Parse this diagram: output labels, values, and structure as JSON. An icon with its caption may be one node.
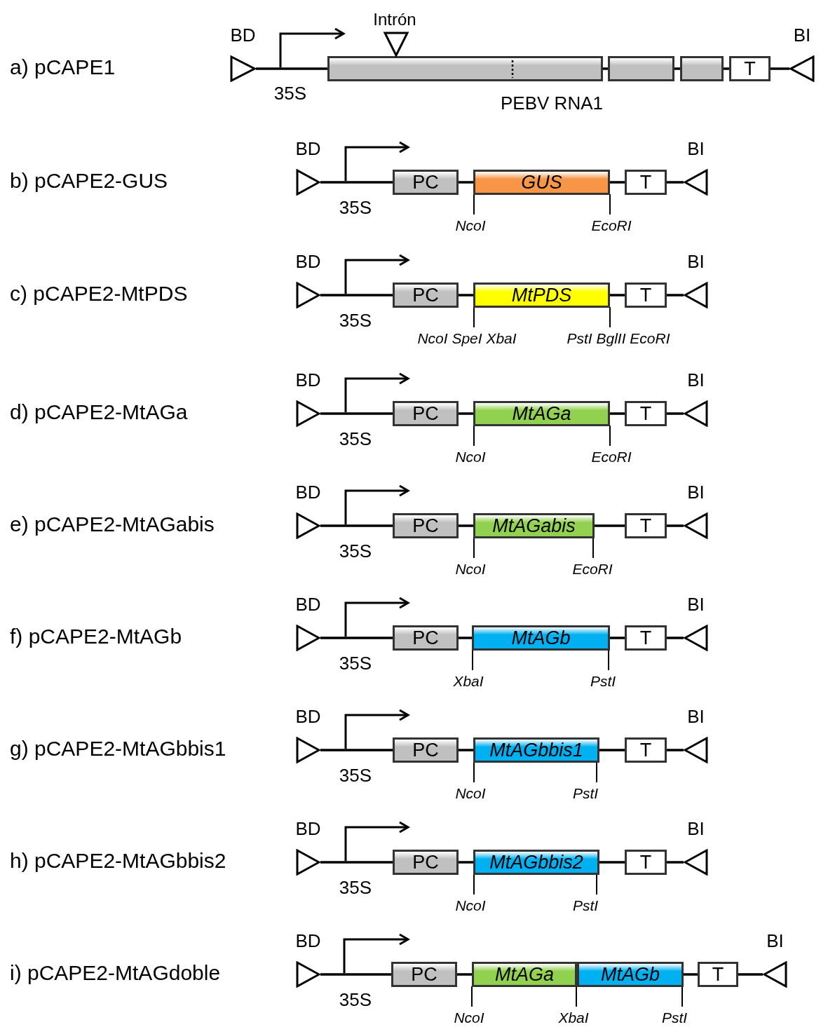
{
  "diagram": {
    "nodes": [
      {
        "text": [
          "BD"
        ]
      },
      {
        "text": [],
        "shape": "box"
      },
      {
        "text": [],
        "shape": "box"
      },
      {
        "text": [],
        "shape": "box"
      },
      {
        "text": [
          "T"
        ]
      },
      {
        "text": [
          "BI"
        ]
      },
      {
        "text": [
          "BD"
        ]
      },
      {
        "text": [
          "PC"
        ]
      },
      {
        "text": [
          "GUS"
        ],
        "beside": [
          "NcoI",
          "EcoRI"
        ]
      },
      {
        "text": [
          "T"
        ]
      },
      {
        "text": [
          "BI"
        ]
      },
      {
        "text": [
          "BD"
        ]
      },
      {
        "text": [
          "PC"
        ]
      },
      {
        "text": [
          "MtPDS"
        ],
        "beside": [
          "NcoI SpeI XbaI",
          "PstI BglII EcoRI"
        ]
      },
      {
        "text": [
          "T"
        ]
      },
      {
        "text": [
          "BI"
        ]
      },
      {
        "text": [
          "BD"
        ]
      },
      {
        "text": [
          "PC"
        ]
      },
      {
        "text": [
          "MtAGa"
        ],
        "beside": [
          "NcoI",
          "EcoRI"
        ]
      },
      {
        "text": [
          "T"
        ]
      },
      {
        "text": [
          "BI"
        ]
      },
      {
        "text": [
          "BD"
        ]
      },
      {
        "text": [
          "PC"
        ]
      },
      {
        "text": [
          "MtAGabis"
        ],
        "beside": [
          "NcoI",
          "EcoRI"
        ]
      },
      {
        "text": [
          "T"
        ]
      },
      {
        "text": [
          "BI"
        ]
      },
      {
        "text": [
          "BD"
        ]
      },
      {
        "text": [
          "PC"
        ]
      },
      {
        "text": [
          "MtAGb"
        ],
        "beside": [
          "XbaI",
          "PstI"
        ]
      },
      {
        "text": [
          "T"
        ]
      },
      {
        "text": [
          "BI"
        ]
      },
      {
        "text": [
          "BD"
        ]
      },
      {
        "text": [
          "PC"
        ]
      },
      {
        "text": [
          "MtAGbbis1"
        ],
        "beside": [
          "NcoI",
          "PstI"
        ]
      },
      {
        "text": [
          "T"
        ]
      },
      {
        "text": [
          "BI"
        ]
      },
      {
        "text": [
          "BD"
        ]
      },
      {
        "text": [
          "PC"
        ]
      },
      {
        "text": [
          "MtAGbbis2"
        ],
        "beside": [
          "NcoI",
          "PstI"
        ]
      },
      {
        "text": [
          "T"
        ]
      },
      {
        "text": [
          "BI"
        ]
      },
      {
        "text": [
          "BD"
        ]
      },
      {
        "text": [
          "PC"
        ]
      },
      {
        "text": [
          "MtAGa"
        ],
        "beside": [
          "NcoI"
        ]
      },
      {
        "text": [
          "MtAGb"
        ],
        "beside": [
          "XbaI",
          "PstI"
        ]
      },
      {
        "text": [
          "T"
        ]
      },
      {
        "text": [
          "BI"
        ]
      }
    ],
    "edges": [
      {
        "from": 0,
        "to": 1,
        "arrow": "none"
      },
      {
        "from": 1,
        "to": 2,
        "arrow": "none"
      },
      {
        "from": 2,
        "to": 3,
        "arrow": "none"
      },
      {
        "from": 3,
        "to": 4,
        "arrow": "none"
      },
      {
        "from": 4,
        "to": 5,
        "arrow": "none"
      },
      {
        "from": 6,
        "to": 7,
        "arrow": "none"
      },
      {
        "from": 7,
        "to": 8,
        "arrow": "none"
      },
      {
        "from": 8,
        "to": 9,
        "arrow": "none"
      },
      {
        "from": 9,
        "to": 10,
        "arrow": "none"
      },
      {
        "from": 11,
        "to": 12,
        "arrow": "none"
      },
      {
        "from": 12,
        "to": 13,
        "arrow": "none"
      },
      {
        "from": 13,
        "to": 14,
        "arrow": "none"
      },
      {
        "from": 14,
        "to": 15,
        "arrow": "none"
      },
      {
        "from": 16,
        "to": 17,
        "arrow": "none"
      },
      {
        "from": 17,
        "to": 18,
        "arrow": "none"
      },
      {
        "from": 18,
        "to": 19,
        "arrow": "none"
      },
      {
        "from": 19,
        "to": 20,
        "arrow": "none"
      },
      {
        "from": 21,
        "to": 22,
        "arrow": "none"
      },
      {
        "from": 22,
        "to": 23,
        "arrow": "none"
      },
      {
        "from": 23,
        "to": 24,
        "arrow": "none"
      },
      {
        "from": 24,
        "to": 25,
        "arrow": "none"
      },
      {
        "from": 26,
        "to": 27,
        "arrow": "none"
      },
      {
        "from": 27,
        "to": 28,
        "arrow": "none"
      },
      {
        "from": 28,
        "to": 29,
        "arrow": "none"
      },
      {
        "from": 29,
        "to": 30,
        "arrow": "none"
      },
      {
        "from": 31,
        "to": 32,
        "arrow": "none"
      },
      {
        "from": 32,
        "to": 33,
        "arrow": "none"
      },
      {
        "from": 33,
        "to": 34,
        "arrow": "none"
      },
      {
        "from": 34,
        "to": 35,
        "arrow": "none"
      },
      {
        "from": 36,
        "to": 37,
        "arrow": "none"
      },
      {
        "from": 37,
        "to": 38,
        "arrow": "none"
      },
      {
        "from": 38,
        "to": 39,
        "arrow": "none"
      },
      {
        "from": 39,
        "to": 40,
        "arrow": "none"
      },
      {
        "from": 41,
        "to": 42,
        "arrow": "none"
      },
      {
        "from": 42,
        "to": 43,
        "arrow": "none"
      },
      {
        "from": 44,
        "to": 45,
        "arrow": "none"
      },
      {
        "from": 45,
        "to": 46,
        "arrow": "none"
      }
    ],
    "labels": [
      "Intrón",
      "a) pCAPE1",
      "35S",
      "PEBV RNA1",
      "b) pCAPE2-GUS",
      "35S",
      "c) pCAPE2-MtPDS",
      "35S",
      "d) pCAPE2-MtAGa",
      "35S",
      "e) pCAPE2-MtAGabis",
      "35S",
      "f) pCAPE2-MtAGb",
      "35S",
      "g) pCAPE2-MtAGbbis1",
      "35S",
      "h) pCAPE2-MtAGbbis2",
      "35S",
      "i) pCAPE2-MtAGdoble",
      "35S"
    ]
  }
}
